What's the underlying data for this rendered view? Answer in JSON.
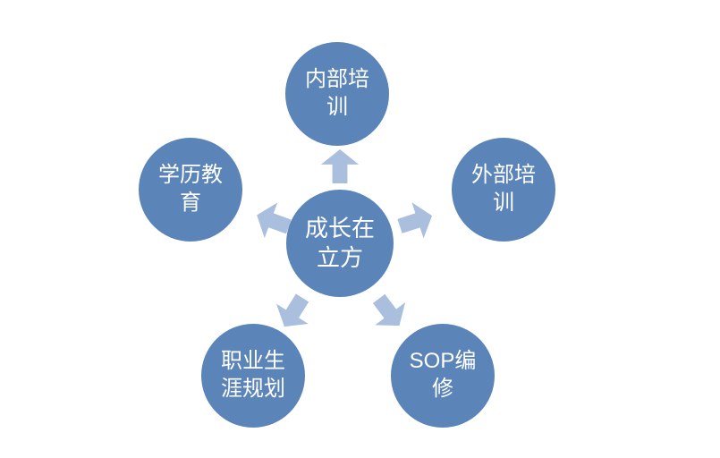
{
  "diagram": {
    "type": "diverging-radial",
    "center": {
      "label": "成长在立方"
    },
    "nodes": [
      {
        "label": "内部培训",
        "position": "top"
      },
      {
        "label": "外部培训",
        "position": "right"
      },
      {
        "label": "学历教育",
        "position": "left"
      },
      {
        "label": "职业生涯规划",
        "position": "bottom-left"
      },
      {
        "label": "SOP编修",
        "position": "bottom-right"
      }
    ],
    "colors": {
      "circle_fill": "#5b84b8",
      "arrow_fill": "#a9bfdd",
      "text": "#ffffff",
      "background": "#ffffff"
    }
  }
}
